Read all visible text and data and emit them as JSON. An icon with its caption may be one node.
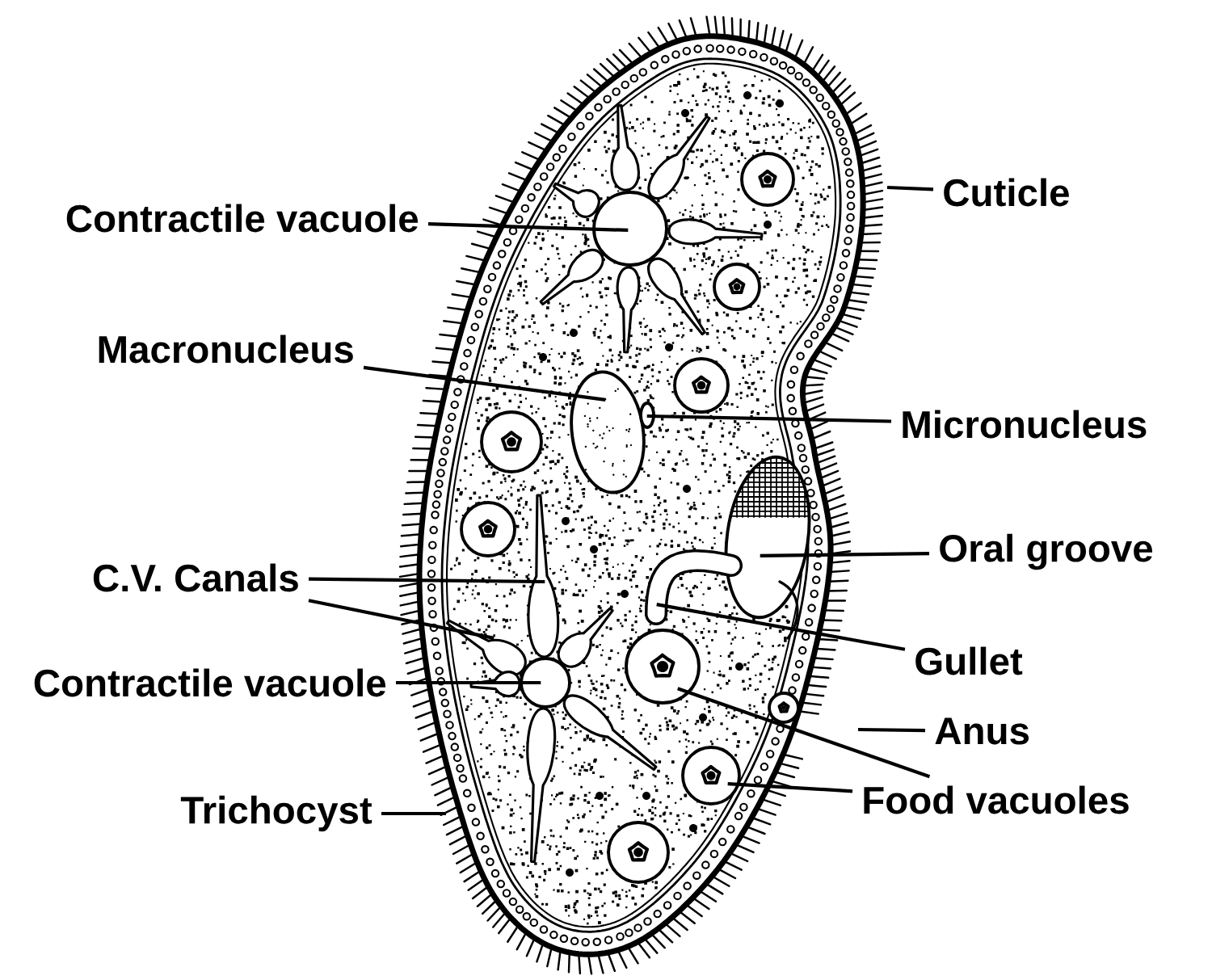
{
  "diagram": {
    "nodes": [
      {
        "text": [
          "Contractile vacuole"
        ]
      },
      {
        "text": [
          "Macronucleus"
        ]
      },
      {
        "text": [
          "C.V. Canals"
        ]
      },
      {
        "text": [
          "Contractile vacuole"
        ]
      },
      {
        "text": [
          "Trichocyst"
        ]
      },
      {
        "text": [
          "Cuticle"
        ]
      },
      {
        "text": [
          "Micronucleus"
        ]
      },
      {
        "text": [
          "Oral groove"
        ]
      },
      {
        "text": [
          "Gullet"
        ]
      },
      {
        "text": [
          "Anus"
        ]
      },
      {
        "text": [
          "Food vacuoles"
        ]
      },
      {
        "text": [],
        "shape": "circle"
      },
      {
        "text": [],
        "shape": "ellipse"
      },
      {
        "text": [],
        "shape": "ellipse"
      },
      {
        "text": [],
        "shape": "ellipse"
      },
      {
        "text": [],
        "shape": "tube"
      },
      {
        "text": [],
        "shape": "teardrop"
      },
      {
        "text": [],
        "shape": "teardrop"
      },
      {
        "text": [],
        "shape": "circle"
      },
      {
        "text": [],
        "shape": "circle"
      },
      {
        "text": [],
        "shape": "circle"
      },
      {
        "text": [],
        "shape": "circle"
      },
      {
        "text": [],
        "shape": "circle"
      },
      {
        "text": [],
        "shape": "circle"
      },
      {
        "text": [],
        "shape": "circle"
      },
      {
        "text": [],
        "shape": "circle"
      },
      {
        "text": [],
        "shape": "circle"
      },
      {
        "text": [],
        "shape": "circle"
      },
      {
        "text": [],
        "shape": "teardrop"
      },
      {
        "text": [],
        "shape": "teardrop"
      },
      {
        "text": [],
        "shape": "teardrop"
      },
      {
        "text": [],
        "shape": "teardrop"
      },
      {
        "text": [],
        "shape": "teardrop"
      },
      {
        "text": [],
        "shape": "teardrop"
      },
      {
        "text": [],
        "shape": "teardrop"
      },
      {
        "text": [],
        "shape": "teardrop"
      },
      {
        "text": [],
        "shape": "teardrop"
      },
      {
        "text": [],
        "shape": "teardrop"
      },
      {
        "text": [],
        "shape": "teardrop"
      }
    ],
    "edges": [
      {
        "from": 0,
        "to": 11,
        "arrow": "none"
      },
      {
        "from": 1,
        "to": 12,
        "arrow": "none"
      },
      {
        "from": 2,
        "to": 16,
        "arrow": "none"
      },
      {
        "from": 2,
        "to": 17,
        "arrow": "none"
      },
      {
        "from": 3,
        "to": 18,
        "arrow": "none"
      },
      {
        "from": 4,
        "to": null,
        "arrow": "none"
      },
      {
        "from": 5,
        "to": null,
        "arrow": "none"
      },
      {
        "from": 6,
        "to": 13,
        "arrow": "none"
      },
      {
        "from": 7,
        "to": 14,
        "arrow": "none"
      },
      {
        "from": 8,
        "to": 15,
        "arrow": "none"
      },
      {
        "from": 9,
        "to": null,
        "arrow": "none"
      },
      {
        "from": 10,
        "to": 19,
        "arrow": "none"
      },
      {
        "from": 10,
        "to": 20,
        "arrow": "none"
      }
    ]
  }
}
